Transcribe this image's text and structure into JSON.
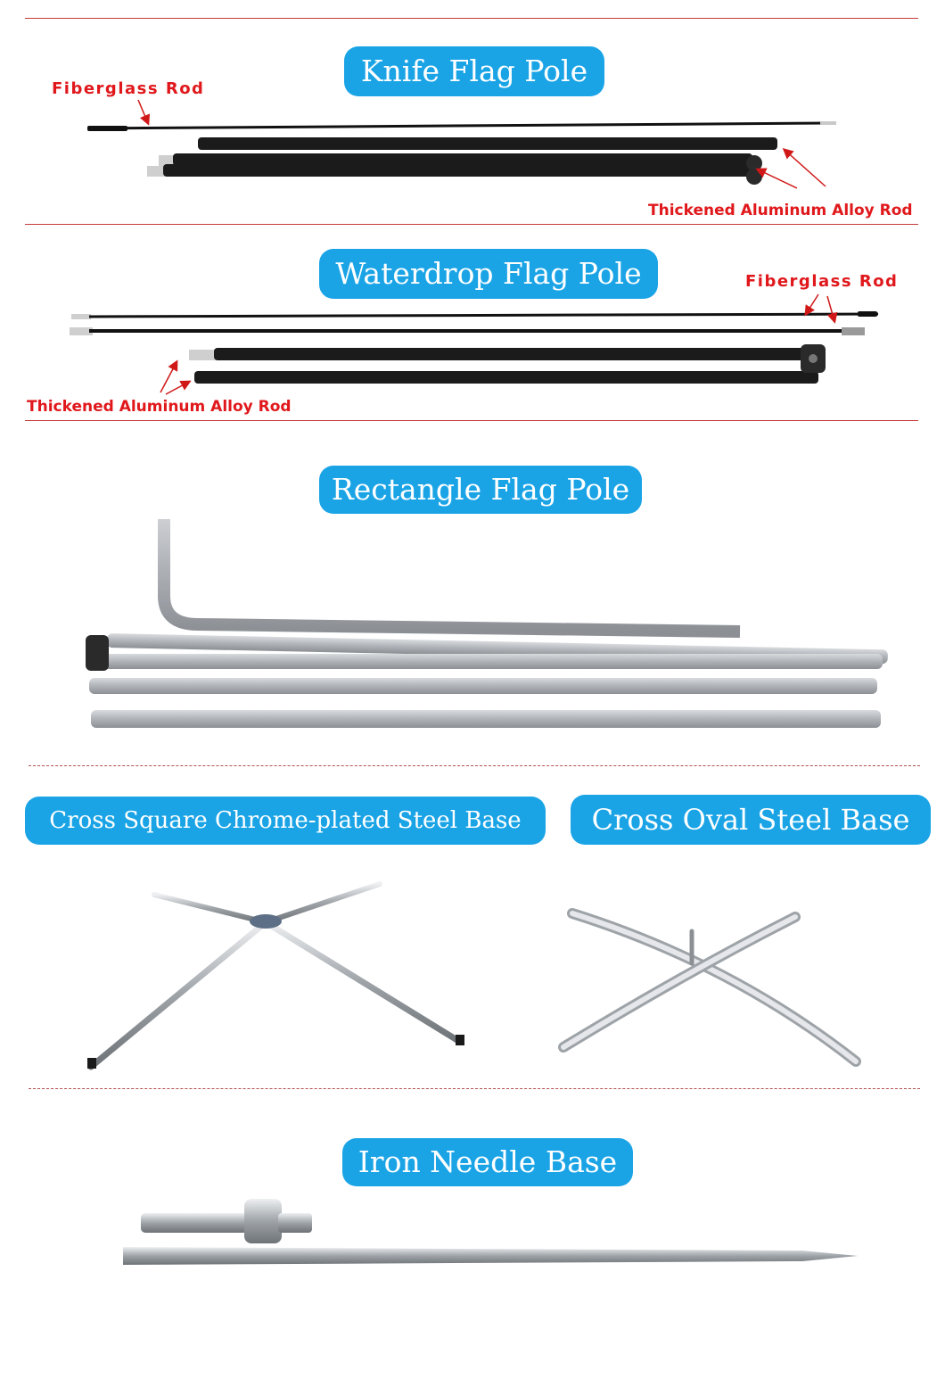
{
  "sections": {
    "knife": {
      "title": "Knife Flag Pole",
      "label_fiberglass": "Fiberglass Rod",
      "label_alloy": "Thickened Aluminum Alloy Rod"
    },
    "waterdrop": {
      "title": "Waterdrop Flag Pole",
      "label_fiberglass": "Fiberglass Rod",
      "label_alloy": "Thickened Aluminum Alloy Rod"
    },
    "rectangle": {
      "title": "Rectangle Flag Pole"
    },
    "bases": {
      "cross_square_title": "Cross Square Chrome-plated Steel Base",
      "cross_oval_title": "Cross Oval Steel Base"
    },
    "needle": {
      "title": "Iron Needle Base"
    }
  },
  "colors": {
    "pill": "#1aa4e6",
    "label_red": "#e0181c",
    "separator": "#c63a3a"
  }
}
